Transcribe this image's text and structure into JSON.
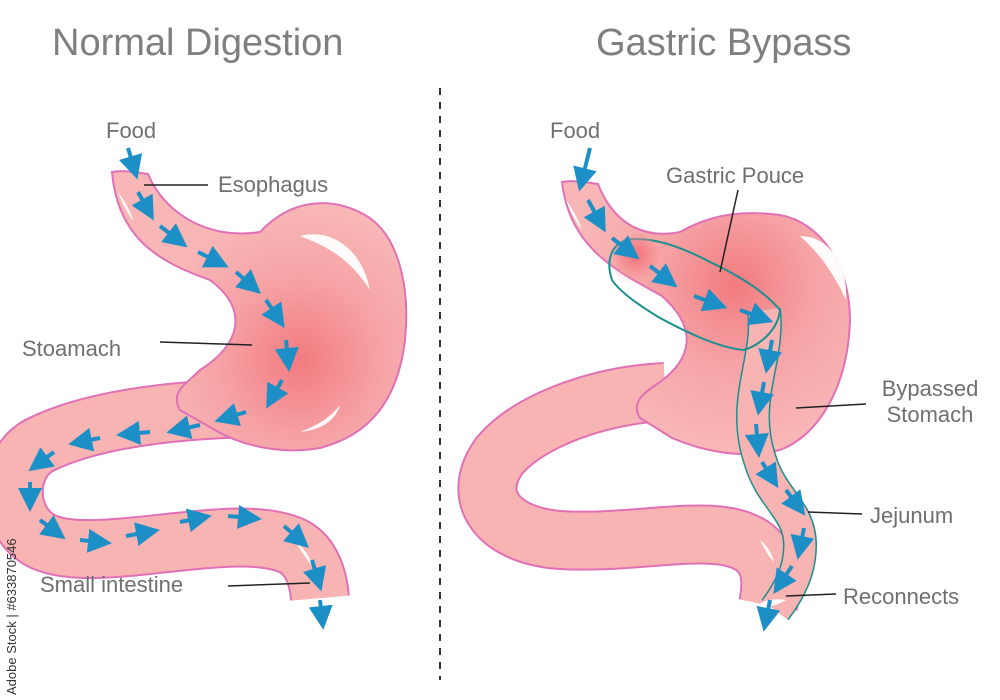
{
  "titles": {
    "left": "Normal Digestion",
    "right": "Gastric Bypass"
  },
  "labels": {
    "left": {
      "food": "Food",
      "esophagus": "Esophagus",
      "stomach": "Stoamach",
      "small_intestine": "Small intestine"
    },
    "right": {
      "food": "Food",
      "gastric_pouch": "Gastric Pouce",
      "bypassed_stomach_line1": "Bypassed",
      "bypassed_stomach_line2": "Stomach",
      "jejunum": "Jejunum",
      "reconnects": "Reconnects"
    }
  },
  "watermark": "Adobe Stock | #633870546",
  "colors": {
    "organ_fill": "#f8b3b3",
    "organ_center": "#f27b7f",
    "organ_outline": "#e071b6",
    "arrow": "#1c8fc6",
    "pouch_outline": "#1a8f8f",
    "text": "#6f6f6f",
    "title": "#7f7f7f",
    "divider": "#333333"
  },
  "icons": [
    "flow-arrow-icon"
  ]
}
